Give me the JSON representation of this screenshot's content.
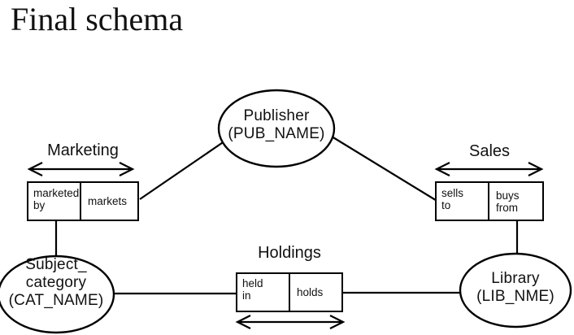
{
  "title": "Final schema",
  "entities": {
    "publisher": {
      "name": "Publisher",
      "key": "(PUB_NAME)"
    },
    "subject_category": {
      "name": "Subject_\ncategory",
      "key": "(CAT_NAME)"
    },
    "library": {
      "name": "Library",
      "key": "(LIB_NME)"
    }
  },
  "relationships": {
    "marketing": {
      "label": "Marketing",
      "left_role": "marketed\nby",
      "right_role": "markets"
    },
    "sales": {
      "label": "Sales",
      "left_role": "sells\nto",
      "right_role": "buys\nfrom"
    },
    "holdings": {
      "label": "Holdings",
      "left_role": "held\nin",
      "right_role": "holds"
    }
  },
  "colors": {
    "line": "#000000",
    "background": "#ffffff",
    "text": "#111111"
  }
}
